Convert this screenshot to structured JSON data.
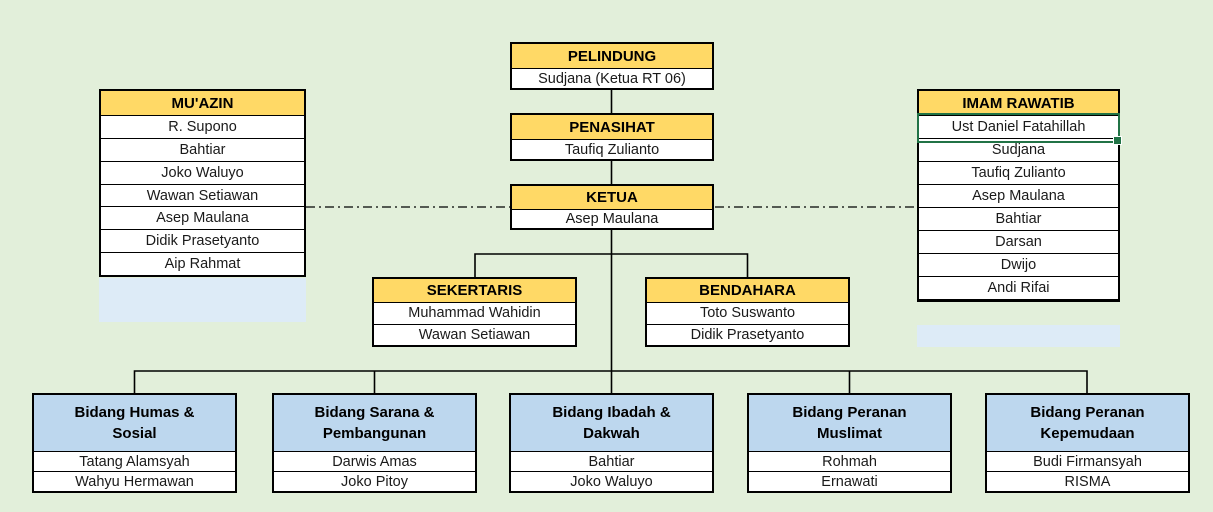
{
  "colors": {
    "background": "#E2EFDA",
    "header_gold": "#FFD966",
    "header_blue": "#BDD7EE",
    "highlight_strip_blue": "#DDEBF7",
    "box_border": "#000000",
    "active_cell_green": "#217346"
  },
  "org": {
    "pelindung": {
      "title": "PELINDUNG",
      "members": [
        "Sudjana (Ketua RT 06)"
      ]
    },
    "penasihat": {
      "title": "PENASIHAT",
      "members": [
        "Taufiq Zulianto"
      ]
    },
    "ketua": {
      "title": "KETUA",
      "members": [
        "Asep Maulana"
      ]
    },
    "sekertaris": {
      "title": "SEKERTARIS",
      "members": [
        "Muhammad Wahidin",
        "Wawan Setiawan"
      ]
    },
    "bendahara": {
      "title": "BENDAHARA",
      "members": [
        "Toto Suswanto",
        "Didik Prasetyanto"
      ]
    },
    "muazin": {
      "title": "MU'AZIN",
      "members": [
        "R. Supono",
        "Bahtiar",
        "Joko Waluyo",
        "Wawan Setiawan",
        "Asep Maulana",
        "Didik Prasetyanto",
        "Aip Rahmat"
      ]
    },
    "imam_rawatib": {
      "title": "IMAM RAWATIB",
      "members": [
        "Ust Daniel Fatahillah",
        "Sudjana",
        "Taufiq Zulianto",
        "Asep Maulana",
        "Bahtiar",
        "Darsan",
        "Dwijo",
        "Andi Rifai"
      ],
      "selected_member": "Ust Daniel Fatahillah"
    },
    "bidang": [
      {
        "title": "Bidang Humas & Sosial",
        "members": [
          "Tatang Alamsyah",
          "Wahyu Hermawan"
        ]
      },
      {
        "title": "Bidang Sarana & Pembangunan",
        "members": [
          "Darwis Amas",
          "Joko Pitoy"
        ]
      },
      {
        "title": "Bidang Ibadah & Dakwah",
        "members": [
          "Bahtiar",
          "Joko Waluyo"
        ]
      },
      {
        "title": "Bidang Peranan Muslimat",
        "members": [
          "Rohmah",
          "Ernawati"
        ]
      },
      {
        "title": "Bidang Peranan Kepemudaan",
        "members": [
          "Budi Firmansyah",
          "RISMA"
        ]
      }
    ]
  }
}
